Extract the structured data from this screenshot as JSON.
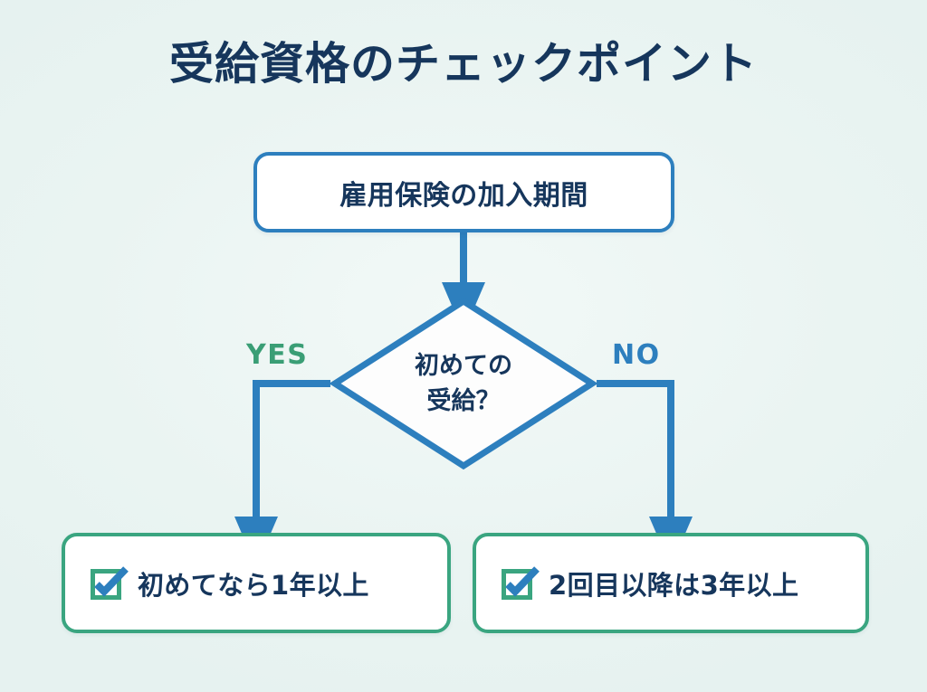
{
  "page": {
    "title": "受給資格のチェックポイント",
    "background_color": "#eef6f4"
  },
  "colors": {
    "title_navy": "#16365c",
    "process_blue": "#2d7fbe",
    "result_green": "#3aa580",
    "yes_green": "#3a9e75",
    "no_blue": "#2d7fbe",
    "box_fill": "#ffffff"
  },
  "flowchart": {
    "type": "decision-flow",
    "process": {
      "label": "雇用保険の加入期間"
    },
    "decision": {
      "line1": "初めての",
      "line2": "受給？"
    },
    "branches": [
      {
        "label": "YES",
        "color": "#3a9e75"
      },
      {
        "label": "NO",
        "color": "#2d7fbe"
      }
    ],
    "results": [
      {
        "icon": "checkbox-checked-icon",
        "label": "初めてなら1年以上"
      },
      {
        "icon": "checkbox-checked-icon",
        "label": "2回目以降は3年以上"
      }
    ]
  }
}
